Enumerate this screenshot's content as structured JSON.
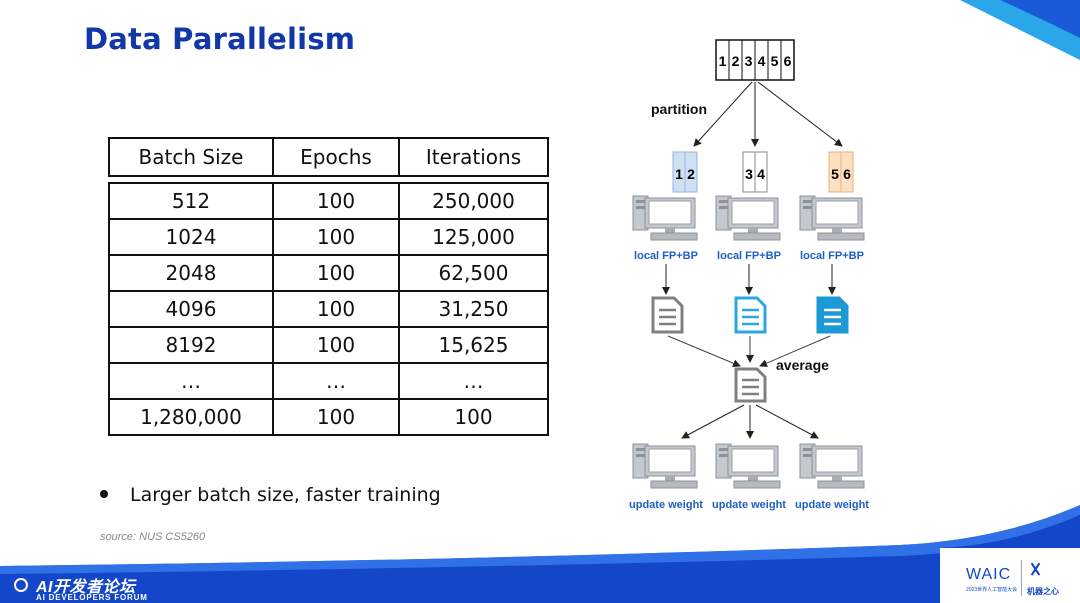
{
  "slide": {
    "title": "Data Parallelism",
    "bullet": "Larger batch size, faster training",
    "source": "source: NUS CS5260"
  },
  "table": {
    "headers": [
      "Batch Size",
      "Epochs",
      "Iterations"
    ],
    "rows": [
      [
        "512",
        "100",
        "250,000"
      ],
      [
        "1024",
        "100",
        "125,000"
      ],
      [
        "2048",
        "100",
        "62,500"
      ],
      [
        "4096",
        "100",
        "31,250"
      ],
      [
        "8192",
        "100",
        "15,625"
      ],
      [
        "…",
        "…",
        "…"
      ],
      [
        "1,280,000",
        "100",
        "100"
      ]
    ]
  },
  "diagram": {
    "data_blocks": [
      "1",
      "2",
      "3",
      "4",
      "5",
      "6"
    ],
    "partition_label": "partition",
    "partitions": [
      {
        "items": [
          "1",
          "2"
        ],
        "color": "#cfe0f5"
      },
      {
        "items": [
          "3",
          "4"
        ],
        "color": "#ffffff"
      },
      {
        "items": [
          "5",
          "6"
        ],
        "color": "#fce0c2"
      }
    ],
    "worker_label": "local FP+BP",
    "average_label": "average",
    "update_label": "update weight",
    "doc_colors": [
      "#808080",
      "#29a8e0",
      "#1b9ad6"
    ]
  },
  "footer": {
    "forum_cn": "AI开发者论坛",
    "forum_en": "AI DEVELOPERS FORUM",
    "waic": "WAIC",
    "waic_sub": "2023世界人工智能大会",
    "jqzx": "机器之心"
  },
  "colors": {
    "title": "#1238a8",
    "footer_bar": "#1346c8",
    "accent_blue": "#2d6fd6",
    "label_blue": "#1f5fc4"
  }
}
